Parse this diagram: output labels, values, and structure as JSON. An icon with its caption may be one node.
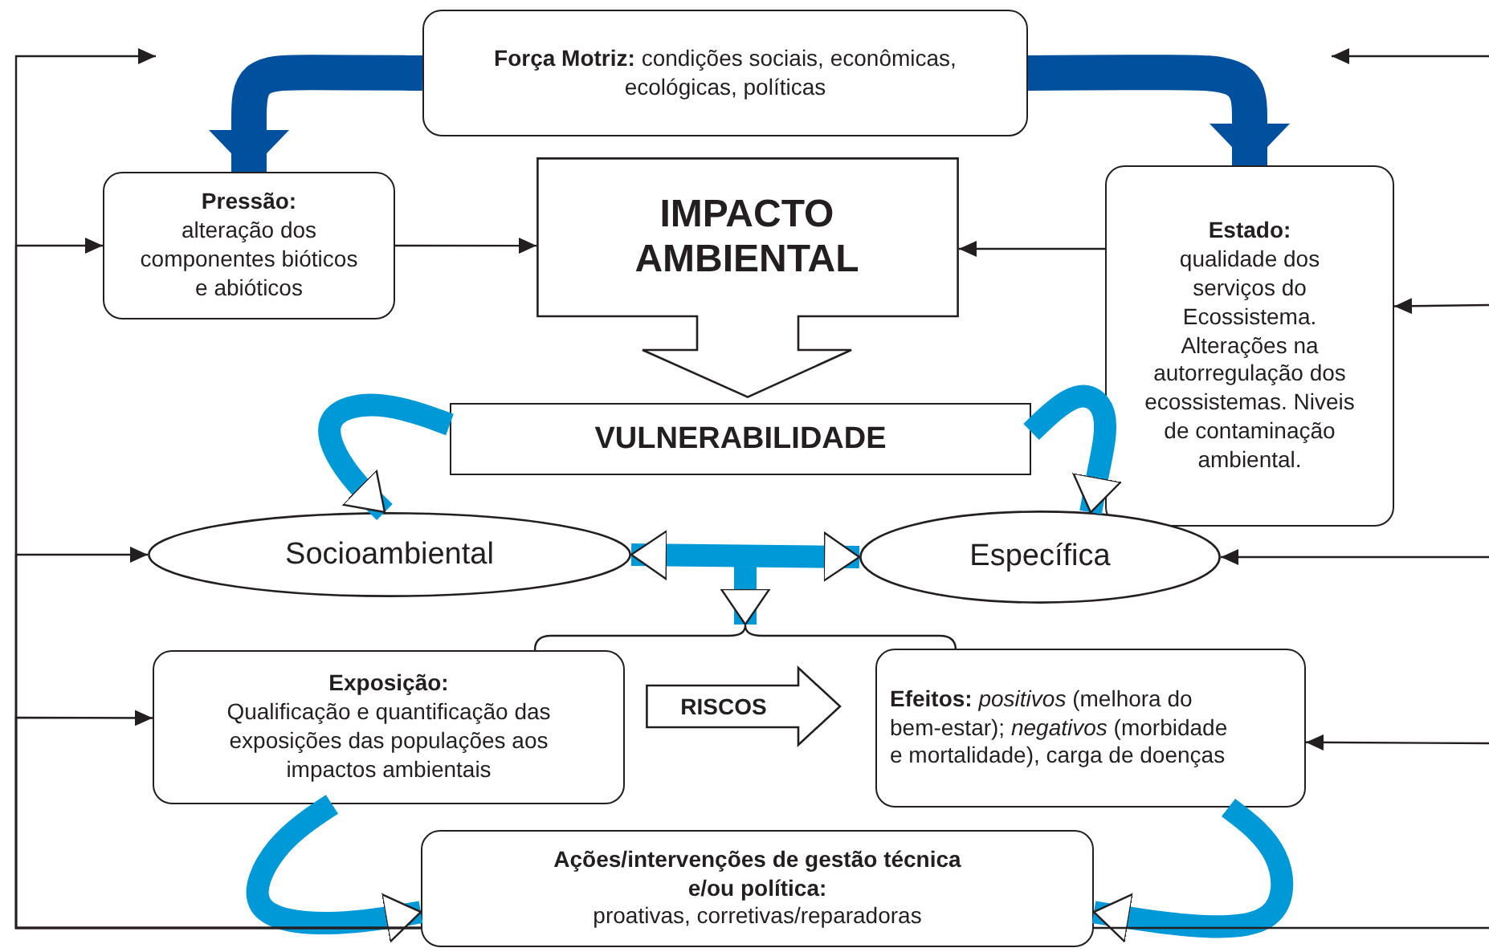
{
  "diagram": {
    "nodes": [
      {
        "text": [
          "**Força Motriz:** condições sociais, econômicas, ecológicas, políticas"
        ]
      },
      {
        "text": [
          "Pressão:",
          "alteração dos componentes bióticos e abióticos"
        ]
      },
      {
        "text": [
          "IMPACTO AMBIENTAL"
        ]
      },
      {
        "text": [
          "Estado:",
          "qualidade dos serviços do Ecossistema. Alterações na autorregulação dos ecossistemas. Niveis de contaminação ambiental."
        ]
      },
      {
        "text": [
          "VULNERABILIDADE"
        ]
      },
      {
        "text": [
          "Socioambiental"
        ]
      },
      {
        "text": [
          "Específica"
        ]
      },
      {
        "text": [],
        "shape": "bracket"
      },
      {
        "text": [
          "Exposição:",
          "Qualificação e quantificação das exposições das populações aos impactos ambientais"
        ]
      },
      {
        "text": [
          "RISCOS"
        ]
      },
      {
        "text": [
          "**Efeitos:** *positivos* (melhora do bem-estar); *negativos* (morbidade e mortalidade), carga de doenças"
        ]
      },
      {
        "text": [
          "Ações/intervenções de gestão técnica e/ou política:",
          "proativas, corretivas/reparadoras"
        ]
      }
    ],
    "edges": [
      {
        "from": 0,
        "to": 1,
        "arrow": "to",
        "style": "thick",
        "color": "#00509e"
      },
      {
        "from": 0,
        "to": 3,
        "arrow": "to",
        "style": "thick",
        "color": "#00509e"
      },
      {
        "from": 1,
        "to": 2,
        "arrow": "to"
      },
      {
        "from": 3,
        "to": 2,
        "arrow": "to"
      },
      {
        "from": 4,
        "to": 5,
        "arrow": "to",
        "style": "thick",
        "color": "#0099d8"
      },
      {
        "from": 4,
        "to": 6,
        "arrow": "to",
        "style": "thick",
        "color": "#0099d8"
      },
      {
        "from": 5,
        "to": 6,
        "arrow": "both",
        "style": "thick",
        "color": "#0099d8"
      },
      {
        "from": null,
        "to": 7,
        "arrow": "to",
        "style": "thick",
        "color": "#0099d8"
      },
      {
        "from": 8,
        "to": 11,
        "arrow": "to",
        "style": "thick",
        "color": "#0099d8"
      },
      {
        "from": 10,
        "to": 11,
        "arrow": "to",
        "style": "thick",
        "color": "#0099d8"
      },
      {
        "from": 11,
        "to": null,
        "arrow": "to"
      },
      {
        "from": 11,
        "to": 1,
        "arrow": "to"
      },
      {
        "from": 11,
        "to": 5,
        "arrow": "to"
      },
      {
        "from": 11,
        "to": 8,
        "arrow": "to"
      },
      {
        "from": 11,
        "to": null,
        "arrow": "none"
      },
      {
        "from": null,
        "to": 3,
        "arrow": "to"
      },
      {
        "from": null,
        "to": 6,
        "arrow": "to"
      },
      {
        "from": null,
        "to": 10,
        "arrow": "to"
      }
    ]
  }
}
